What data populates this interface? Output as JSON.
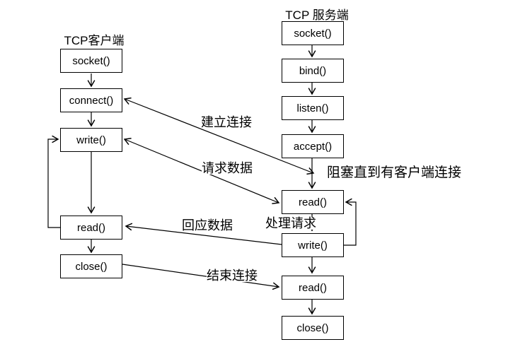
{
  "diagram": {
    "background": "#ffffff",
    "line_color": "#000000",
    "text_color": "#000000",
    "client": {
      "title": "TCP客户端",
      "nodes": [
        "socket()",
        "connect()",
        "write()",
        "read()",
        "close()"
      ]
    },
    "server": {
      "title": "TCP 服务端",
      "nodes": [
        "socket()",
        "bind()",
        "listen()",
        "accept()",
        "read()",
        "write()",
        "read()",
        "close()"
      ]
    },
    "labels": {
      "establish_connection": "建立连接",
      "request_data": "请求数据",
      "block_until_client_connects": "阻塞直到有客户端连接",
      "process_request": "处理请求",
      "response_data": "回应数据",
      "end_connection": "结束连接"
    }
  }
}
